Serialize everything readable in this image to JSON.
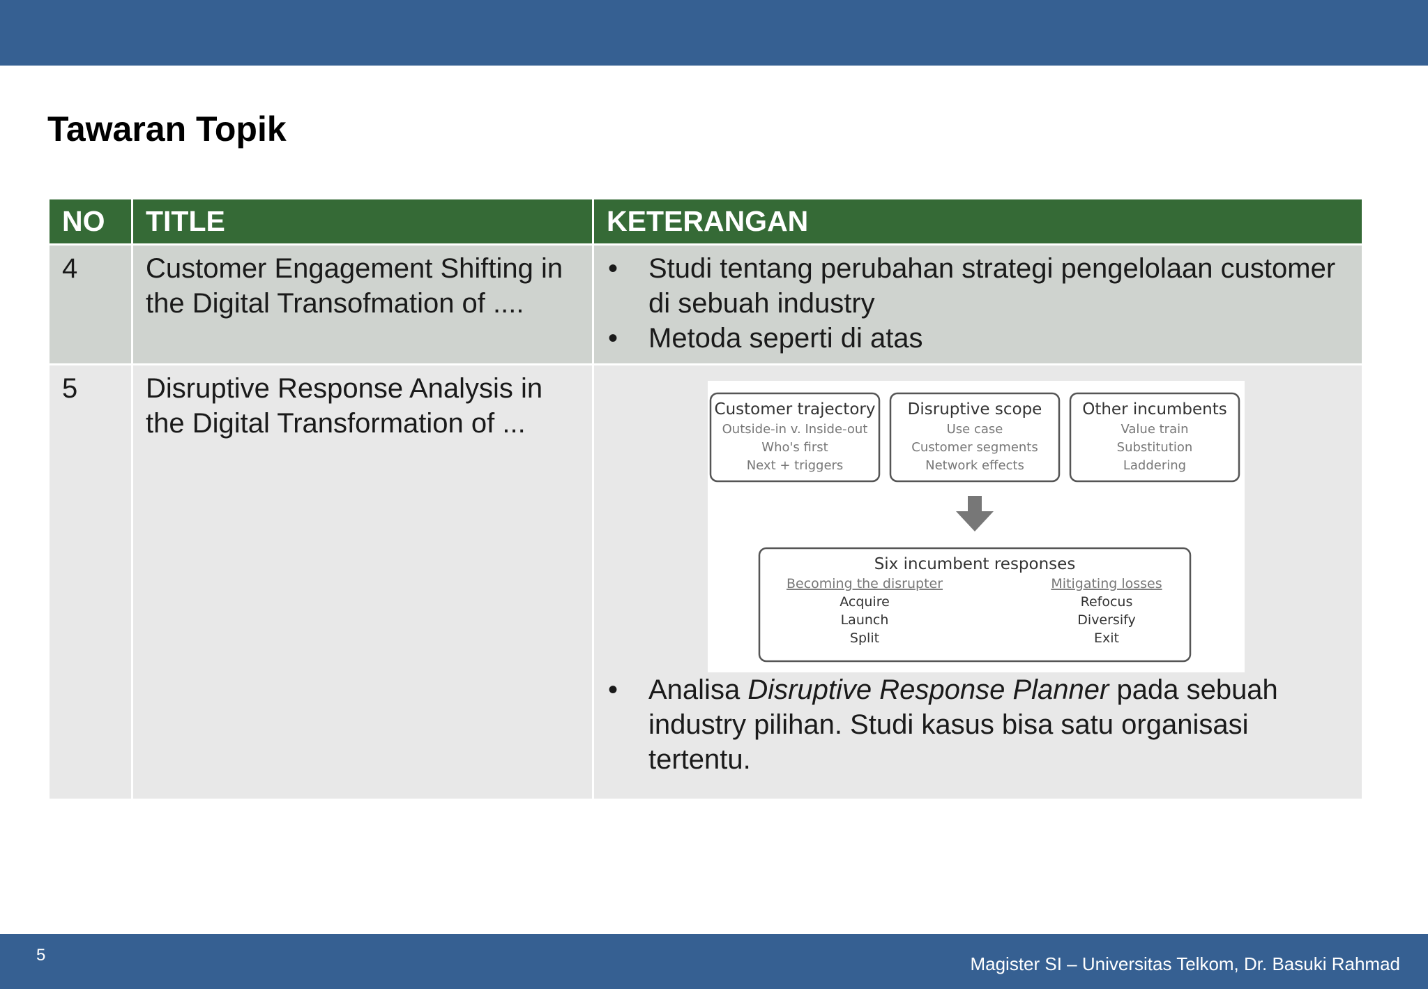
{
  "slide": {
    "title": "Tawaran Topik",
    "number": "5",
    "footer": "Magister SI – Universitas Telkom, Dr. Basuki Rahmad",
    "colors": {
      "bar": "#366092",
      "header_row": "#356a36",
      "row_dark": "#cfd3cf",
      "row_light": "#e8e8e8"
    }
  },
  "table": {
    "headers": {
      "no": "NO",
      "title": "TITLE",
      "keterangan": "KETERANGAN"
    },
    "rows": [
      {
        "no": "4",
        "title": "Customer Engagement Shifting in the Digital Transofmation of ....",
        "bullets": [
          "Studi tentang perubahan strategi pengelolaan customer di sebuah industry",
          "Metoda seperti di atas"
        ]
      },
      {
        "no": "5",
        "title": "Disruptive Response Analysis in the Digital Transformation of ...",
        "bullet": {
          "prefix": "Analisa ",
          "emphasis": "Disruptive Response Planner",
          "suffix": " pada sebuah industry pilihan. Studi kasus bisa satu organisasi tertentu."
        }
      }
    ]
  },
  "figure": {
    "boxes": [
      {
        "heading": "Customer trajectory",
        "lines": [
          "Outside-in v. Inside-out",
          "Who's first",
          "Next + triggers"
        ]
      },
      {
        "heading": "Disruptive scope",
        "lines": [
          "Use case",
          "Customer segments",
          "Network effects"
        ]
      },
      {
        "heading": "Other incumbents",
        "lines": [
          "Value train",
          "Substitution",
          "Laddering"
        ]
      }
    ],
    "arrow_icon": "down-arrow-icon",
    "responses": {
      "heading": "Six incumbent responses",
      "left_title": "Becoming the disrupter",
      "left_items": [
        "Acquire",
        "Launch",
        "Split"
      ],
      "right_title": "Mitigating losses",
      "right_items": [
        "Refocus",
        "Diversify",
        "Exit"
      ]
    }
  }
}
